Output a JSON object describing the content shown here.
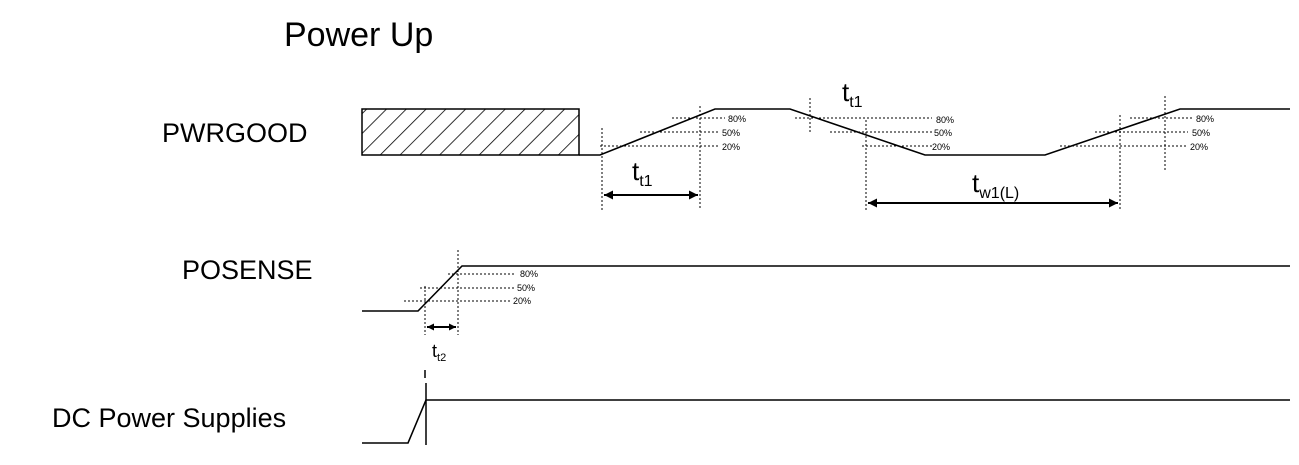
{
  "title": "Power Up",
  "signals": {
    "pwrgood": "PWRGOOD",
    "posense": "POSENSE",
    "dc": "DC Power Supplies"
  },
  "levels": {
    "l80": "80%",
    "l50": "50%",
    "l20": "20%"
  },
  "timing": {
    "t": "t",
    "t1_sub": "t1",
    "t2_sub": "t2",
    "w1_sub": "w1(L)"
  }
}
